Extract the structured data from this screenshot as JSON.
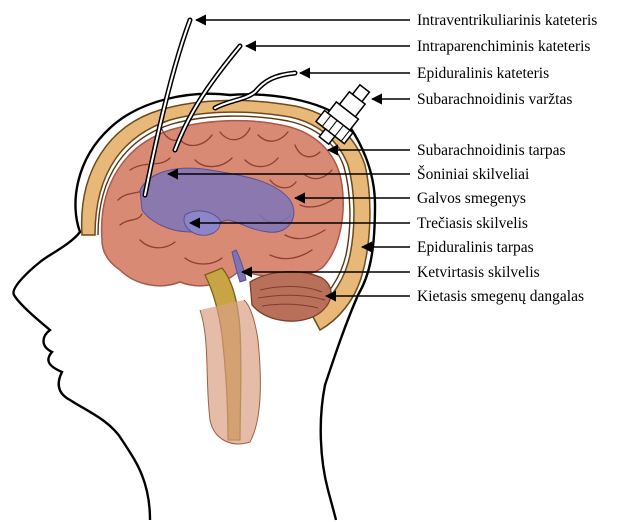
{
  "figure": {
    "labels": [
      {
        "id": "intraventricular",
        "text": "Intraventrikuliarinis kateteris"
      },
      {
        "id": "intraparenchymal",
        "text": "Intraparenchiminis kateteris"
      },
      {
        "id": "epidural-catheter",
        "text": "Epiduralinis kateteris"
      },
      {
        "id": "subarachnoid-bolt",
        "text": "Subarachnoidinis varžtas"
      },
      {
        "id": "subarachnoid-space",
        "text": "Subarachnoidinis tarpas"
      },
      {
        "id": "lateral-ventricles",
        "text": "Šoniniai skilveliai"
      },
      {
        "id": "brain",
        "text": "Galvos smegenys"
      },
      {
        "id": "third-ventricle",
        "text": "Trečiasis skilvelis"
      },
      {
        "id": "epidural-space",
        "text": "Epiduralinis tarpas"
      },
      {
        "id": "fourth-ventricle",
        "text": "Ketvirtasis skilvelis"
      },
      {
        "id": "dura-mater",
        "text": "Kietasis smegenų dangalas"
      }
    ]
  },
  "colors": {
    "brain": "#d98a74",
    "brain_shadow": "#a85a48",
    "sulci": "#8e3f31",
    "ventricles": "#7d74b8",
    "skull": "#e8b879",
    "skull_edge": "#6b4a1c",
    "brainstem": "#c9a445",
    "cerebellum": "#b9705a",
    "neck": "#d9a083",
    "line": "#000000"
  }
}
